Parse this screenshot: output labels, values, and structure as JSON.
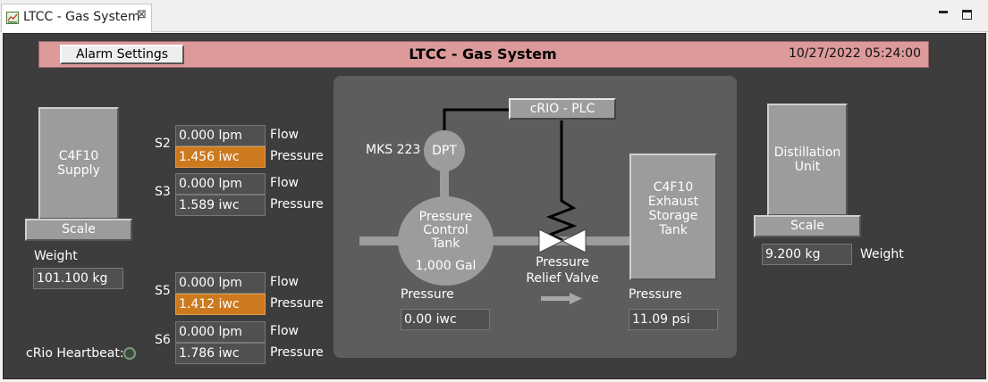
{
  "window": {
    "tab_title": "LTCC - Gas System",
    "tab_close_icon": "close-icon",
    "minimize_icon": "minimize-icon",
    "maximize_icon": "maximize-icon"
  },
  "header": {
    "alarm_button": "Alarm Settings",
    "title": "LTCC - Gas System",
    "timestamp": "10/27/2022 05:24:00"
  },
  "supply": {
    "name": "C4F10\nSupply",
    "scale_button": "Scale",
    "weight_label": "Weight",
    "weight_value": "101.100 kg"
  },
  "sectors": [
    {
      "name": "S2",
      "flow": "0.000 lpm",
      "pressure": "1.456 iwc",
      "pressure_alarm": true
    },
    {
      "name": "S3",
      "flow": "0.000 lpm",
      "pressure": "1.589 iwc",
      "pressure_alarm": false
    },
    {
      "name": "S5",
      "flow": "0.000 lpm",
      "pressure": "1.412 iwc",
      "pressure_alarm": true
    },
    {
      "name": "S6",
      "flow": "0.000 lpm",
      "pressure": "1.786 iwc",
      "pressure_alarm": false
    }
  ],
  "labels": {
    "flow": "Flow",
    "pressure": "Pressure"
  },
  "heartbeat": {
    "label": "cRio Heartbeat:"
  },
  "diagram": {
    "plc": "cRIO - PLC",
    "sensor_model": "MKS 223",
    "dpt": "DPT",
    "tank_name": "Pressure\nControl\nTank",
    "tank_volume": "1,000 Gal",
    "tank_pressure_label": "Pressure",
    "tank_pressure_value": "0.00 iwc",
    "relief_valve": "Pressure\nRelief Valve",
    "exhaust_tank": "C4F10\nExhaust\nStorage\nTank",
    "exhaust_pressure_label": "Pressure",
    "exhaust_pressure_value": "11.09 psi"
  },
  "distillation": {
    "name": "Distillation\nUnit",
    "scale_button": "Scale",
    "weight_label": "Weight",
    "weight_value": "9.200 kg"
  },
  "colors": {
    "panel": "#3d3d3d",
    "header_bar": "#dc9a9a",
    "alarm_field": "#cd7a1f",
    "component_gray": "#9c9c9c",
    "diagram_bg": "#5d5d5d"
  }
}
